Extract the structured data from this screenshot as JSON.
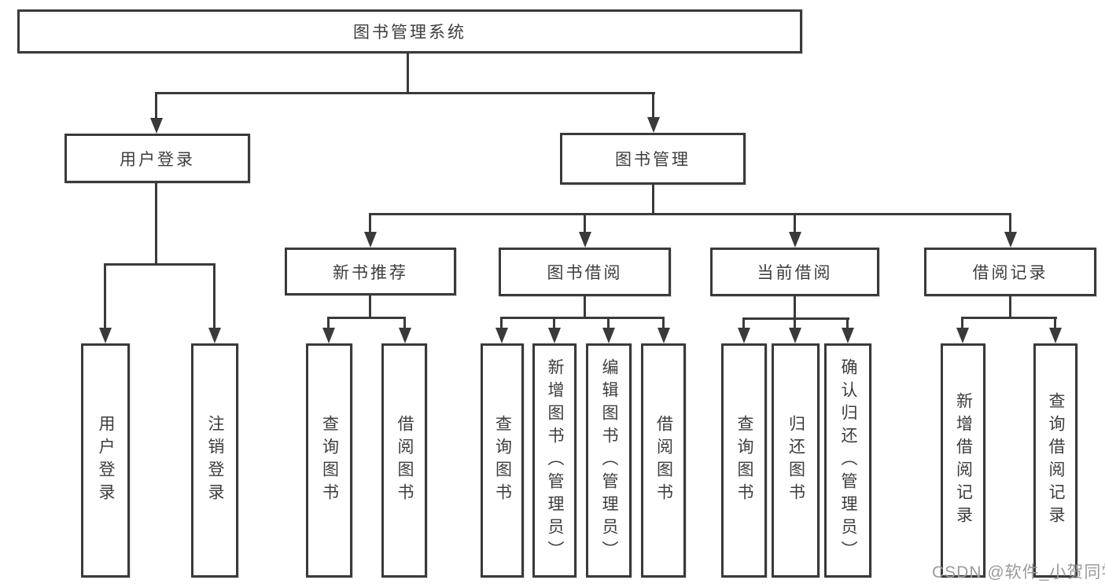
{
  "diagram": {
    "root": {
      "label": "图书管理系统"
    },
    "level2": [
      {
        "id": "user-login",
        "label": "用户登录"
      },
      {
        "id": "book-management",
        "label": "图书管理"
      }
    ],
    "level3": [
      {
        "id": "new-book-recommend",
        "label": "新书推荐"
      },
      {
        "id": "book-borrowing",
        "label": "图书借阅"
      },
      {
        "id": "current-borrowing",
        "label": "当前借阅"
      },
      {
        "id": "borrowing-records",
        "label": "借阅记录"
      }
    ],
    "leaves": {
      "user_login": [
        {
          "label": "用户登录"
        },
        {
          "label": "注销登录"
        }
      ],
      "new_book": [
        {
          "label": "查询图书"
        },
        {
          "label": "借阅图书"
        }
      ],
      "book_borrow": [
        {
          "label": "查询图书"
        },
        {
          "label": "新增图书（管理员）"
        },
        {
          "label": "编辑图书（管理员）"
        },
        {
          "label": "借阅图书"
        }
      ],
      "current_borrow": [
        {
          "label": "查询图书"
        },
        {
          "label": "归还图书"
        },
        {
          "label": "确认归还（管理员）"
        }
      ],
      "borrow_record": [
        {
          "label": "新增借阅记录"
        },
        {
          "label": "查询借阅记录"
        }
      ]
    },
    "colors": {
      "line": "#3a3a3a",
      "text": "#3d3d3d",
      "background": "#ffffff",
      "watermark": "#9a9a9a"
    }
  },
  "watermark": {
    "text": "CSDN @软件_小贺同学"
  }
}
